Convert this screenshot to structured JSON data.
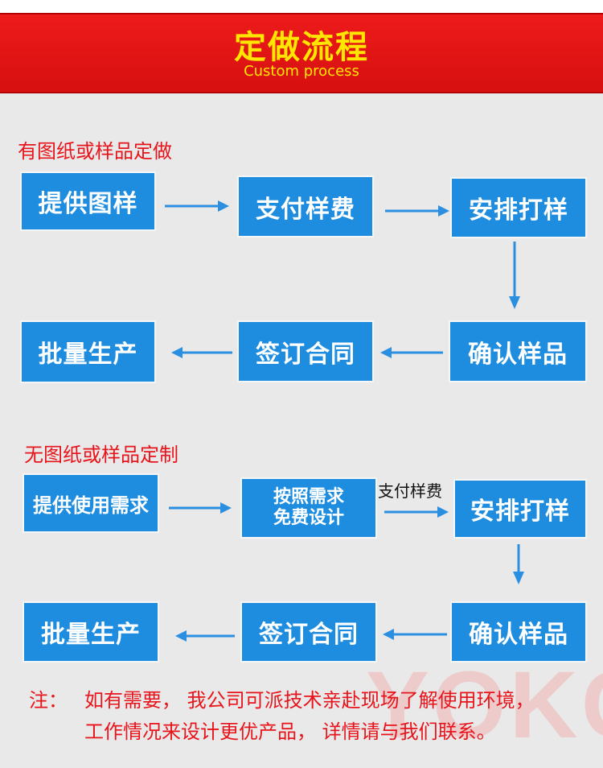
{
  "banner": {
    "title": "定做流程",
    "subtitle": "Custom process"
  },
  "section1": {
    "title": "有图纸或样品定做",
    "steps": [
      "提供图样",
      "支付样费",
      "安排打样",
      "确认样品",
      "签订合同",
      "批量生产"
    ]
  },
  "section2": {
    "title": "无图纸或样品定制",
    "steps": [
      "提供使用需求",
      "按照需求",
      "免费设计",
      "安排打样",
      "确认样品",
      "签订合同",
      "批量生产"
    ],
    "arrow_label": "支付样费"
  },
  "note": {
    "label": "注：",
    "line1": "如有需要，  我公司可派技术亲赴现场了解使用环境，",
    "line2": "工作情况来设计更优产品，  详情请与我们联系。"
  },
  "watermark": "YOKC",
  "colors": {
    "banner": "#e8141b",
    "banner_text": "#ffe600",
    "step_box": "#1e8de0",
    "arrow": "#2a8fe0",
    "section_text": "#e8141b"
  }
}
